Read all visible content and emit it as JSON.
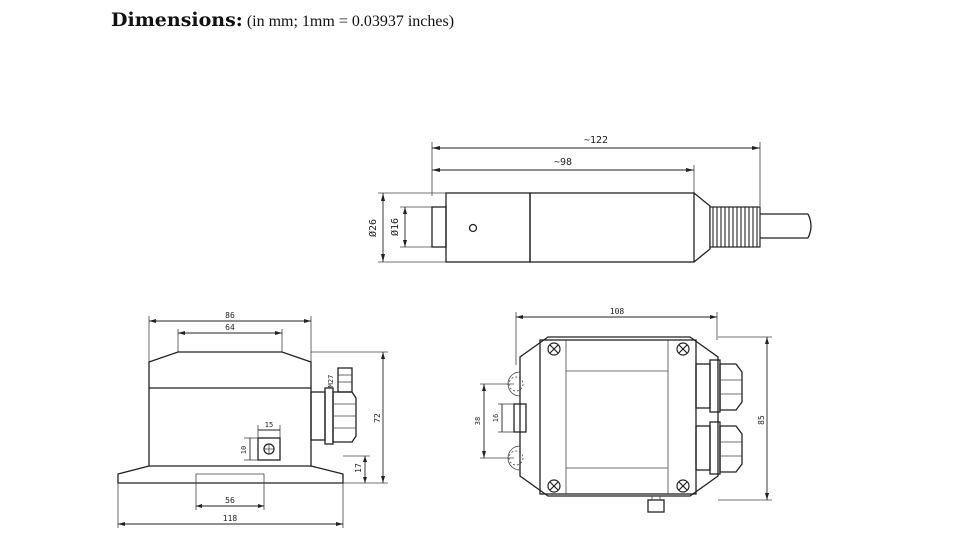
{
  "heading": {
    "label": "Dimensions:",
    "note": "(in mm; 1mm = 0.03937 inches)"
  },
  "probe": {
    "overall_length": "~122",
    "body_length": "~98",
    "outer_diameter": "Ø26",
    "tip_diameter": "Ø16"
  },
  "side_view": {
    "top_width": "86",
    "inner_width": "64",
    "gland": "M27",
    "height": "72",
    "base_height": "17",
    "hole_spacing": "15",
    "hole_height": "10",
    "foot_width": "56",
    "base_width": "118"
  },
  "top_view": {
    "width": "108",
    "height": "85",
    "slot_outer": "38",
    "slot_inner": "16"
  }
}
